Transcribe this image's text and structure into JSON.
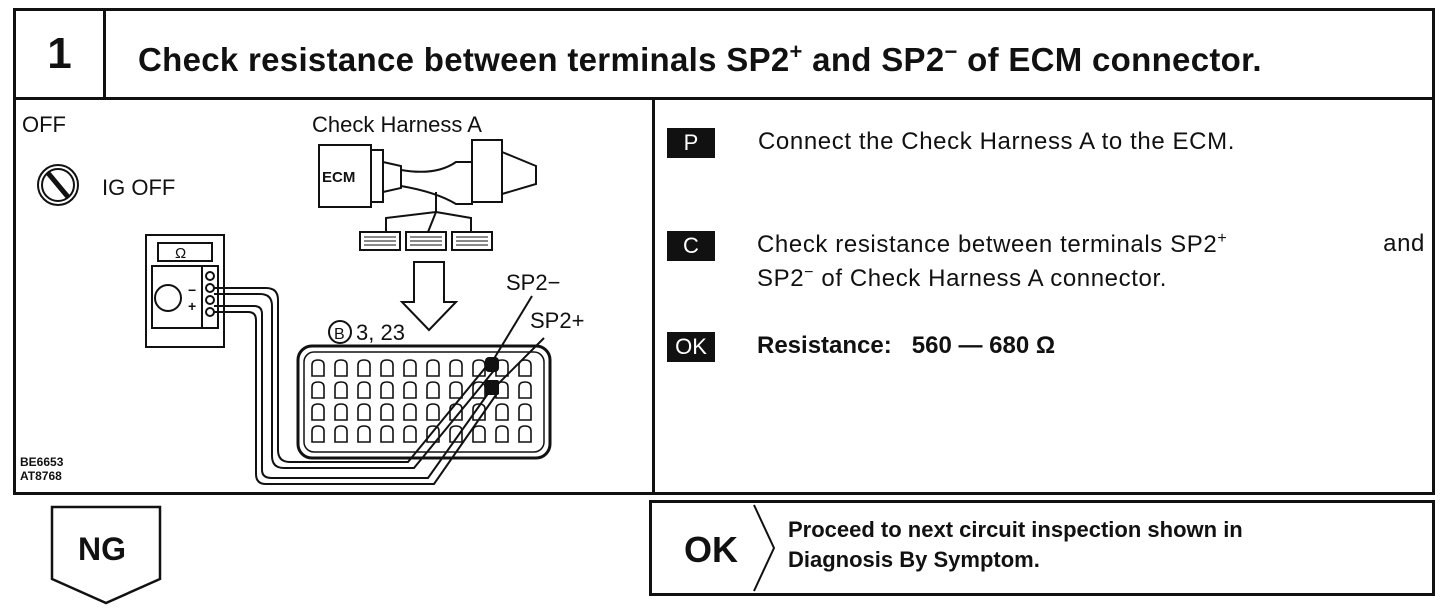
{
  "step": {
    "number": "1",
    "title_pre": "Check resistance between terminals SP2",
    "title_sup1": "+",
    "title_mid": " and SP2",
    "title_sup2": "−",
    "title_post": " of ECM connector."
  },
  "diagram": {
    "off_label": "OFF",
    "ig_off_label": "IG OFF",
    "harness_label": "Check Harness A",
    "ecm_label": "ECM",
    "connector_label": "3, 23",
    "connector_mark": "B",
    "sp2_minus_label": "SP2−",
    "sp2_plus_label": "SP2+",
    "meter_symbol": "Ω",
    "meter_minus": "−",
    "meter_plus": "+",
    "figure_id_1": "BE6653",
    "figure_id_2": "AT8768"
  },
  "instructions": {
    "p_badge": "P",
    "p_text": "Connect the Check Harness A to the ECM.",
    "c_badge": "C",
    "c_line1_pre": "Check resistance between terminals SP2",
    "c_line1_sup": "+",
    "c_line1_post": " and",
    "c_line2_pre": "SP2",
    "c_line2_sup": "−",
    "c_line2_post": " of Check Harness A connector.",
    "ok_badge": "OK",
    "ok_label": "Resistance:",
    "ok_value": "560 — 680 Ω"
  },
  "result": {
    "ng_label": "NG",
    "ok_label": "OK",
    "ok_text_line1": "Proceed to next circuit inspection shown in",
    "ok_text_line2": "Diagnosis By Symptom."
  }
}
